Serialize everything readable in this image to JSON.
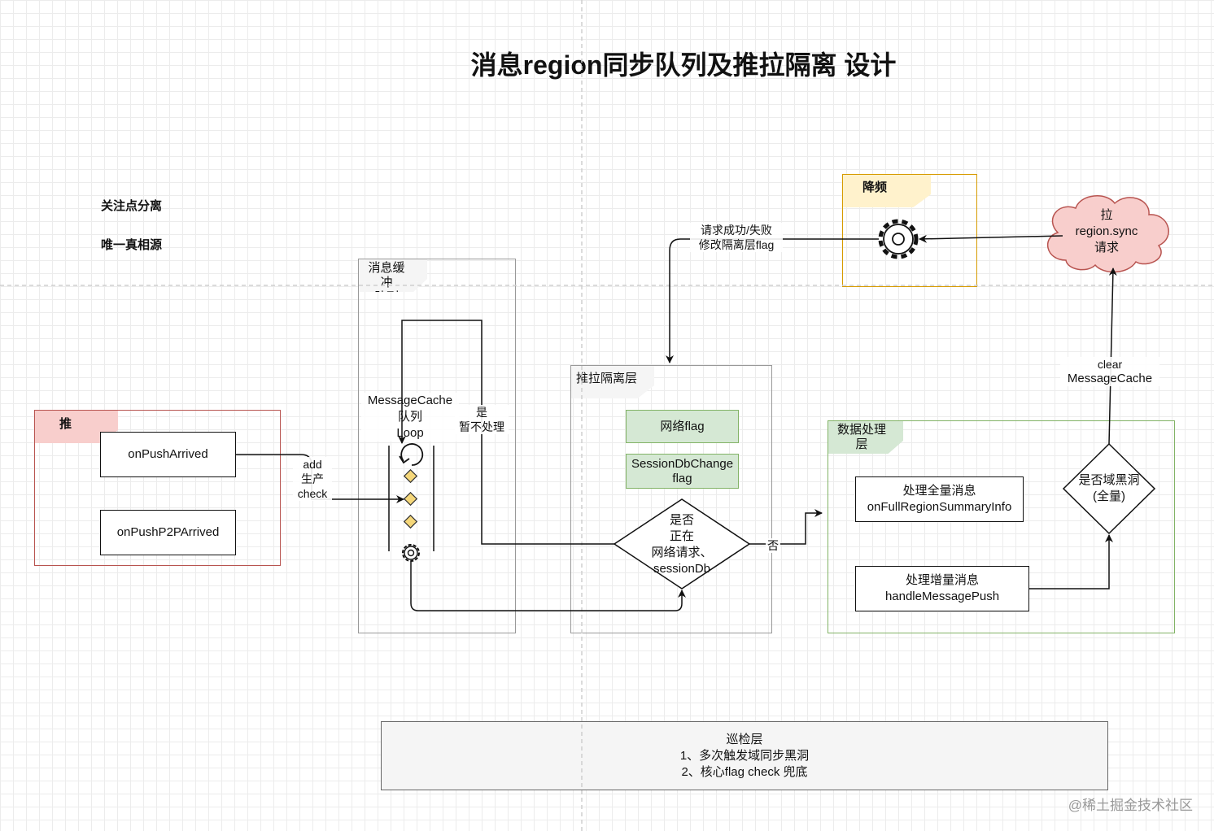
{
  "title": "消息region同步队列及推拉隔离 设计",
  "notes": [
    "关注点分离",
    "唯一真相源"
  ],
  "lanes": {
    "push": {
      "label": "推",
      "nodes": [
        "onPushArrived",
        "onPushP2PArrived"
      ]
    },
    "buffer": {
      "label_line1": "消息缓冲",
      "label_line2": "队列",
      "loop_line1": "MessageCache",
      "loop_line2": "队列",
      "loop_line3": "Loop"
    },
    "isolation": {
      "label": "推拉隔离层",
      "flag1": "网络flag",
      "flag2_line1": "SessionDbChange",
      "flag2_line2": "flag",
      "decision_line1": "是否",
      "decision_line2": "正在",
      "decision_line3": "网络请求、",
      "decision_line4": "sessionDb"
    },
    "processing": {
      "label_line1": "数据处理",
      "label_line2": "层",
      "full_line1": "处理全量消息",
      "full_line2": "onFullRegionSummaryInfo",
      "incr_line1": "处理增量消息",
      "incr_line2": "handleMessagePush",
      "decision_line1": "是否域黑洞",
      "decision_line2": "(全量)"
    },
    "throttle": {
      "label": "降频"
    },
    "patrol": {
      "line1": "巡检层",
      "line2": "1、多次触发域同步黑洞",
      "line3": "2、核心flag check 兜底"
    }
  },
  "cloud": {
    "line1": "拉",
    "line2": "region.sync",
    "line3": "请求"
  },
  "edge_labels": {
    "add_line1": "add",
    "add_line2": "生产",
    "add_line3": "check",
    "yes_line1": "是",
    "yes_line2": "暂不处理",
    "no": "否",
    "req_line1": "请求成功/失败",
    "req_line2": "修改隔离层flag",
    "clear_line1": "clear",
    "clear_line2": "MessageCache"
  },
  "watermark": "@稀土掘金技术社区",
  "colors": {
    "push_border": "#b85450",
    "push_fill": "#f8cecc",
    "green_border": "#82b366",
    "green_fill": "#d5e8d4",
    "throttle_border": "#d79b00",
    "throttle_fill": "#fff2cc",
    "gray_fill": "#f5f5f5",
    "cloud_fill": "#f8cecc"
  }
}
